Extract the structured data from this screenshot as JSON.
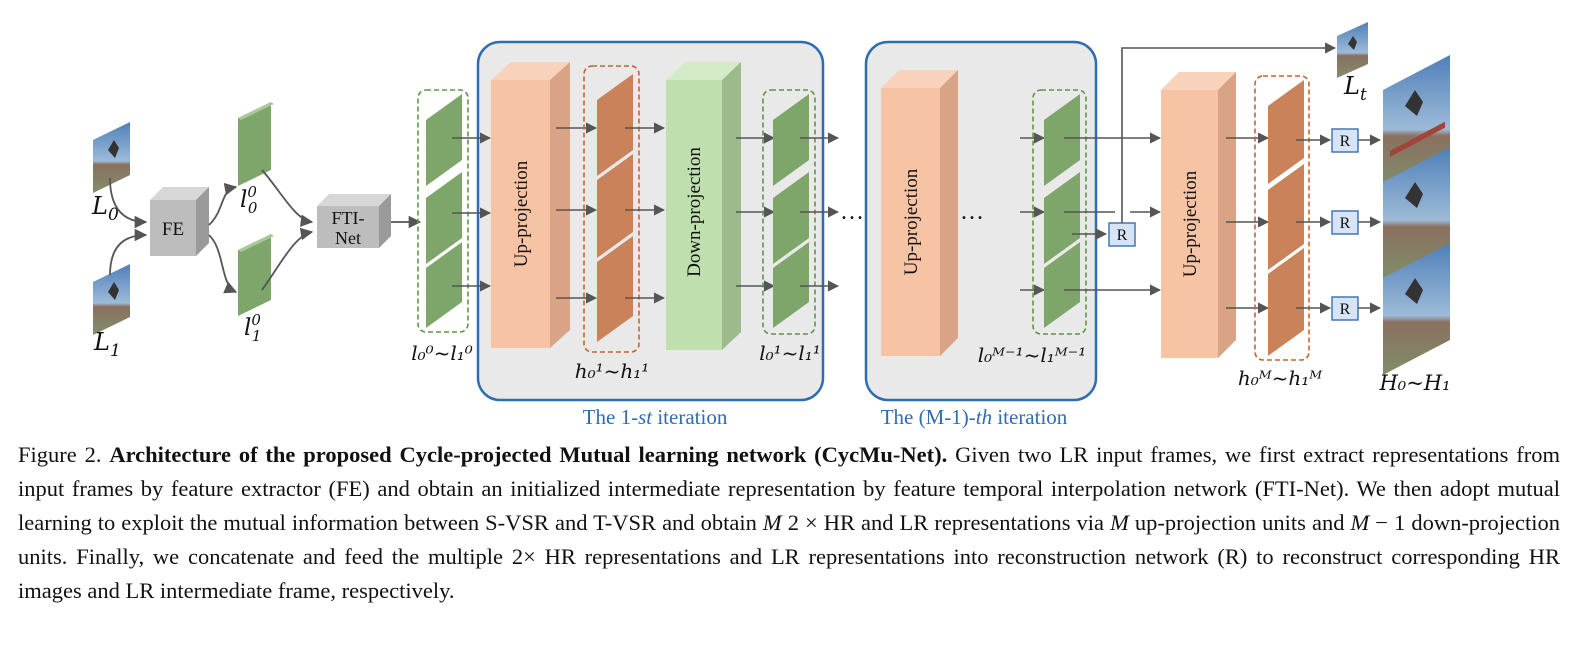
{
  "figure": {
    "labels": {
      "L0_base": "L",
      "L0_sub": "0",
      "L1_base": "L",
      "L1_sub": "1",
      "Lt_base": "L",
      "Lt_sub": "t",
      "l00_base": "l",
      "l00_sup": "0",
      "l00_sub": "0",
      "l10_base": "l",
      "l10_sup": "0",
      "l10_sub": "1",
      "fe": "FE",
      "fti_line1": "FTI-",
      "fti_line2": "Net",
      "up_projection": "Up-projection",
      "down_projection": "Down-projection",
      "recon": "R",
      "ellipsis": "…",
      "group_l0": "l₀⁰~l₁⁰",
      "group_h1": "h₀¹~h₁¹",
      "group_l1": "l₀¹~l₁¹",
      "group_lM1": "l₀ᴹ⁻¹~l₁ᴹ⁻¹",
      "group_hM": "h₀ᴹ~h₁ᴹ",
      "group_H": "H₀~H₁"
    },
    "iterations": {
      "first_prefix": "The 1-",
      "first_suffix_italic": "st",
      "first_tail": " iteration",
      "last_prefix": "The (M-1)-",
      "last_suffix_italic": "th",
      "last_tail": " iteration"
    },
    "colors": {
      "green_feature": "#7ea66b",
      "orange_feature": "#c9825a",
      "up_block": "#f6c3a4",
      "down_block": "#bfdfae",
      "iteration_border": "#2f6db0",
      "iteration_fill": "#e9e9e9",
      "recon_fill": "#d6e4f5"
    }
  },
  "caption": {
    "fig_label": "Figure 2.",
    "bold_title": "Architecture of the proposed Cycle-projected Mutual learning network (CycMu-Net).",
    "text_1": "Given two LR input frames, we first extract representations from input frames by feature extractor (FE) and obtain an initialized intermediate representation by feature temporal interpolation network (FTI-Net). We then adopt mutual learning to exploit the mutual information between S-VSR and T-VSR and obtain",
    "math_M1": "M",
    "text_2": "2 × HR and LR representations via",
    "math_M2": "M",
    "text_3": "up-projection units and",
    "math_M3": "M",
    "text_4": "− 1 down-projection units. Finally, we concatenate and feed the multiple 2× HR representations and LR representations into reconstruction network (R) to reconstruct corresponding HR images and LR intermediate frame, respectively."
  }
}
